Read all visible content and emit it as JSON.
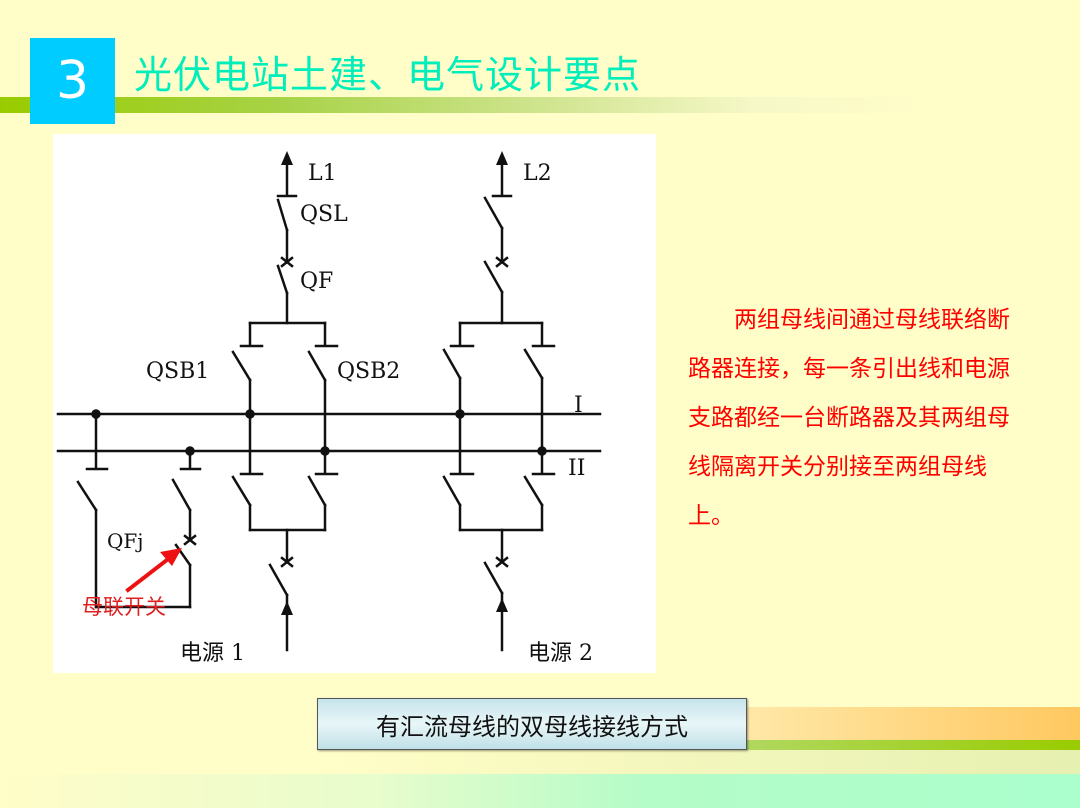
{
  "header": {
    "section_number": "3",
    "title": "光伏电站土建、电气设计要点",
    "colors": {
      "number_box": "#00ccff",
      "title_text": "#00eebb",
      "bar": "#99cc00",
      "background": "#fffdc8"
    }
  },
  "diagram": {
    "labels": {
      "l1": "L1",
      "l2": "L2",
      "qsl": "QSL",
      "qf": "QF",
      "qsb1": "QSB1",
      "qsb2": "QSB2",
      "bus1": "I",
      "bus2": "II",
      "qfj": "QFj",
      "coupler_annotation": "母联开关",
      "source1": "电源 1",
      "source2": "电源 2"
    },
    "annotation_color": "#ff0000"
  },
  "description": {
    "text": "两组母线间通过母线联络断路器连接，每一条引出线和电源支路都经一台断路器及其两组母线隔离开关分别接至两组母线上。",
    "color": "#ff0000"
  },
  "caption": {
    "text": "有汇流母线的双母线接线方式"
  }
}
